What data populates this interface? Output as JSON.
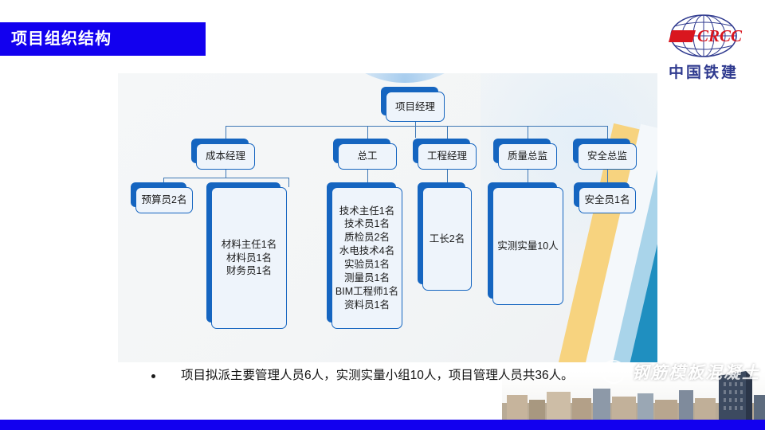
{
  "slide": {
    "title": "项目组织结构",
    "title_bg": "#1200ef",
    "accent": "#1565c0"
  },
  "logo": {
    "mark": "crcc-globe-icon",
    "wordmark": "中国铁建",
    "mark_text": "CRCC",
    "color_globe": "#2f3a8f",
    "color_mark": "#d9161f"
  },
  "org_chart": {
    "root": {
      "id": "pm",
      "label": "项目经理"
    },
    "level2": [
      {
        "id": "cost",
        "label": "成本经理"
      },
      {
        "id": "chief",
        "label": "总工"
      },
      {
        "id": "engmgr",
        "label": "工程经理"
      },
      {
        "id": "quality",
        "label": "质量总监"
      },
      {
        "id": "safety",
        "label": "安全总监"
      }
    ],
    "level3": [
      {
        "id": "budget",
        "parent": "cost",
        "lines": [
          "预算员2名"
        ]
      },
      {
        "id": "material",
        "parent": "cost",
        "lines": [
          "材料主任1名",
          "材料员1名",
          "财务员1名"
        ]
      },
      {
        "id": "tech",
        "parent": "chief",
        "lines": [
          "技术主任1名",
          "技术员1名",
          "质检员2名",
          "水电技术4名",
          "实验员1名",
          "测量员1名",
          "BIM工程师1名",
          "资料员1名"
        ]
      },
      {
        "id": "foreman",
        "parent": "engmgr",
        "lines": [
          "工长2名"
        ]
      },
      {
        "id": "measure",
        "parent": "quality",
        "lines": [
          "实测实量10人"
        ]
      },
      {
        "id": "safeofc",
        "parent": "safety",
        "lines": [
          "安全员1名"
        ]
      }
    ]
  },
  "bullet": {
    "marker": "•",
    "text": "项目拟派主要管理人员6人，实测实量小组10人，项目管理人员共36人。"
  },
  "watermark": {
    "icon": "wechat-icon",
    "text": "钢筋模板混凝土"
  }
}
